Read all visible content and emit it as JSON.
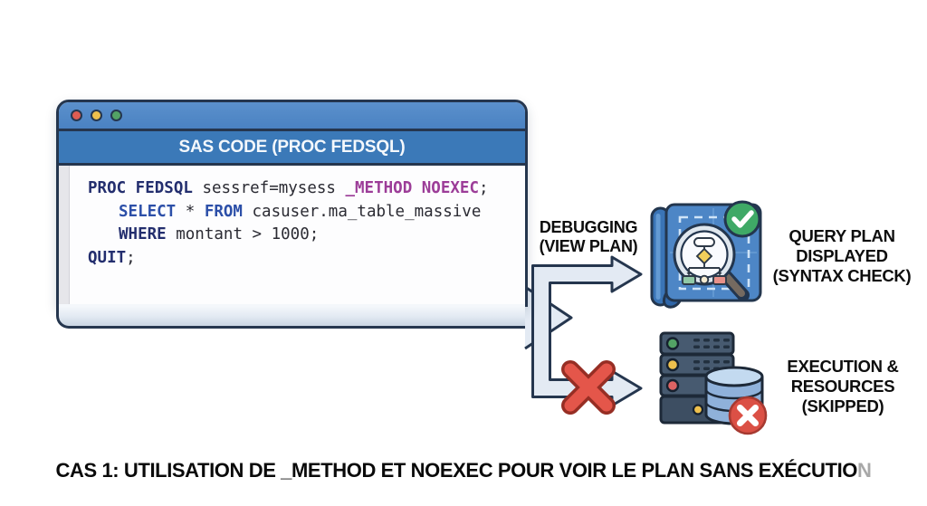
{
  "window": {
    "title": "SAS CODE (PROC FEDSQL)",
    "code": {
      "l1_kw": "PROC FEDSQL",
      "l1_plain": " sessref=mysess ",
      "l1_opt": "_METHOD NOEXEC",
      "l1_end": ";",
      "l2_kw1": "SELECT",
      "l2_mid": " * ",
      "l2_kw2": "FROM",
      "l2_rest": " casuser.ma_table_massive",
      "l3_kw": "WHERE",
      "l3_rest": " montant > 1000;",
      "l4_kw": "QUIT",
      "l4_end": ";"
    }
  },
  "flow": {
    "debug_label_line1": "DEBUGGING",
    "debug_label_line2": "(VIEW PLAN)"
  },
  "outcomes": {
    "plan": {
      "line1": "QUERY PLAN",
      "line2": "DISPLAYED",
      "line3": "(SYNTAX CHECK)"
    },
    "execution": {
      "line1": "EXECUTION &",
      "line2": "RESOURCES",
      "line3": "(SKIPPED)"
    }
  },
  "caption": {
    "main": "CAS 1: UTILISATION DE _METHOD ET NOEXEC POUR VOIR LE PLAN SANS EXÉCUTIO",
    "faded_tail": "N"
  },
  "icons": {
    "traffic_lights": [
      "red-dot",
      "yellow-dot",
      "green-dot"
    ],
    "blueprint": "blueprint-scroll-with-magnifier-flowchart",
    "check_badge": "green-check-circle",
    "server": "server-rack-with-database-cylinder",
    "x_badge": "red-x-circle",
    "red_x": "red-cross-over-arrow"
  },
  "colors": {
    "window_border": "#25364e",
    "titlebar_blue": "#4a82c2",
    "header_blue": "#3b79b8",
    "keyword_navy": "#232e6e",
    "keyword_blue": "#2c4fa8",
    "keyword_purple": "#9c3d98",
    "arrow_fill": "#e3eaf3",
    "arrow_outline": "#25364e",
    "x_red": "#e4564a",
    "x_red_outline": "#962e24",
    "check_green": "#3fa966",
    "blueprint_blue": "#4d86c6",
    "blueprint_roll": "#3a74b6",
    "server_slate": "#475a70",
    "server_slate_dark": "#3d4e62",
    "db_blue": "#8fb1da",
    "db_top_blue": "#c3daf0",
    "badge_red": "#db5045",
    "traffic_red": "#df5c52",
    "traffic_yellow": "#eec04d",
    "traffic_green": "#53a265"
  }
}
